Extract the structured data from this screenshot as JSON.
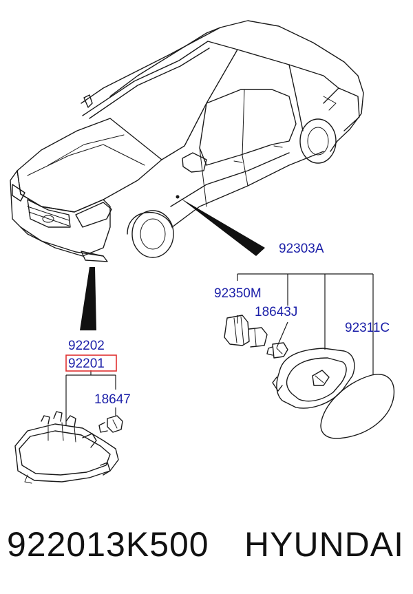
{
  "diagram": {
    "callouts": {
      "side_repeater_assy": "92303A",
      "socket": "92350M",
      "bulb_side": "18643J",
      "lens_cover": "92311C",
      "fog_lamp_rh": "92202",
      "fog_lamp_lh": "92201",
      "bulb_fog": "18647"
    },
    "highlight_color": "#e03030",
    "callout_color": "#1b1fa8"
  },
  "footer": {
    "part_number": "922013K500",
    "brand": "HYUNDAI"
  }
}
